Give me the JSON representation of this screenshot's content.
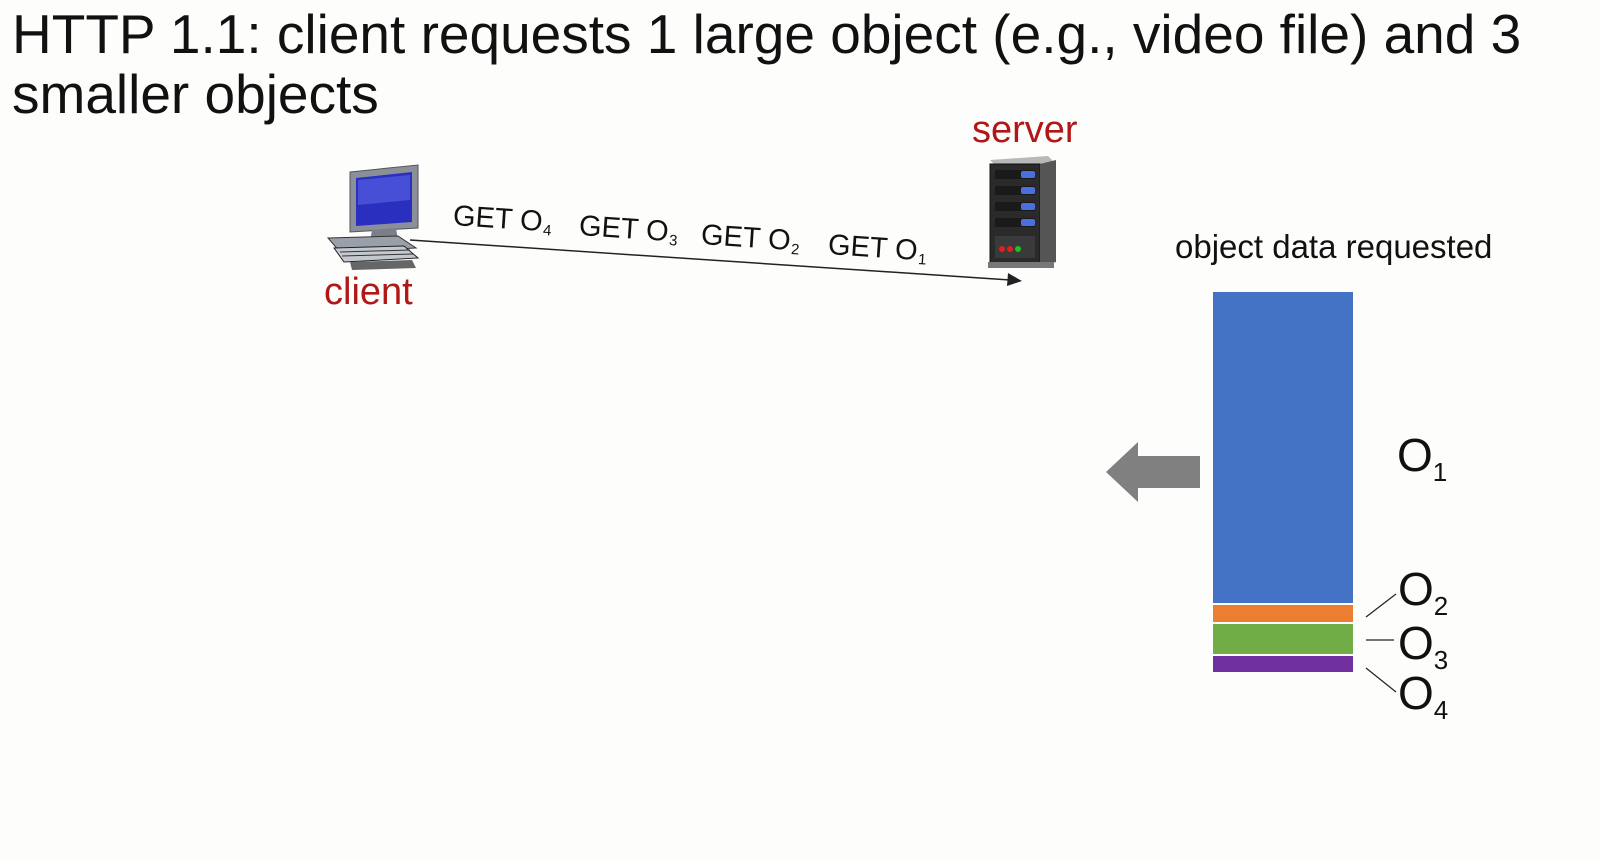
{
  "title": "HTTP 1.1: client requests 1 large object (e.g., video file) and 3 smaller objects",
  "client_label": "client",
  "server_label": "server",
  "requests": [
    {
      "prefix": "GET O",
      "sub": "4"
    },
    {
      "prefix": "GET O",
      "sub": "3"
    },
    {
      "prefix": "GET O",
      "sub": "2"
    },
    {
      "prefix": "GET O",
      "sub": "1"
    }
  ],
  "legend_title": "object data requested",
  "objects": [
    {
      "letter": "O",
      "sub": "1",
      "color": "#4472c4"
    },
    {
      "letter": "O",
      "sub": "2",
      "color": "#ed7d31"
    },
    {
      "letter": "O",
      "sub": "3",
      "color": "#70ad47"
    },
    {
      "letter": "O",
      "sub": "4",
      "color": "#7030a0"
    }
  ],
  "colors": {
    "label": "#b01717",
    "arrow": "#808080"
  }
}
